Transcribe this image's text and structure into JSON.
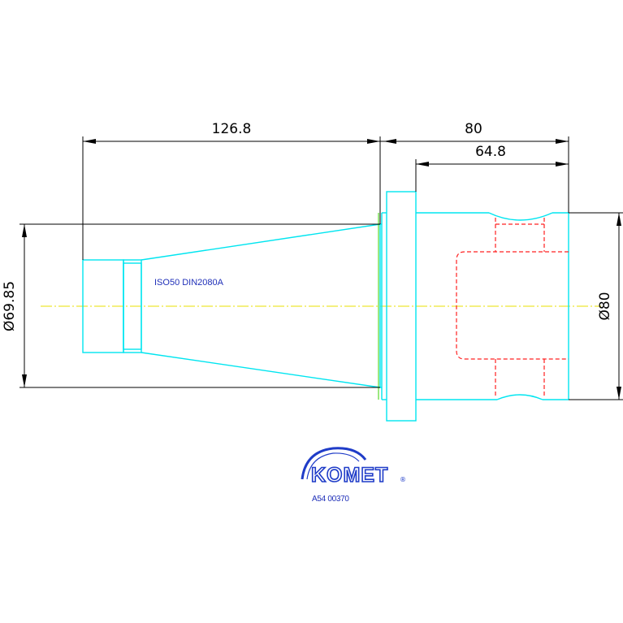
{
  "dimensions": {
    "taper_length": "126.8",
    "overall_length": "80",
    "body_length": "64.8",
    "flange_diameter": "Ø69.85",
    "body_diameter": "Ø80"
  },
  "note": "ISO50 DIN2080A",
  "logo": {
    "brand": "KOMET",
    "registered_mark": "®"
  },
  "part_number": "A54 00370",
  "colors": {
    "outline": "#00e5f0",
    "hidden": "#ff2020",
    "centerline": "#e8e000",
    "dimension": "#000000",
    "text_blue": "#1f2fb8"
  }
}
